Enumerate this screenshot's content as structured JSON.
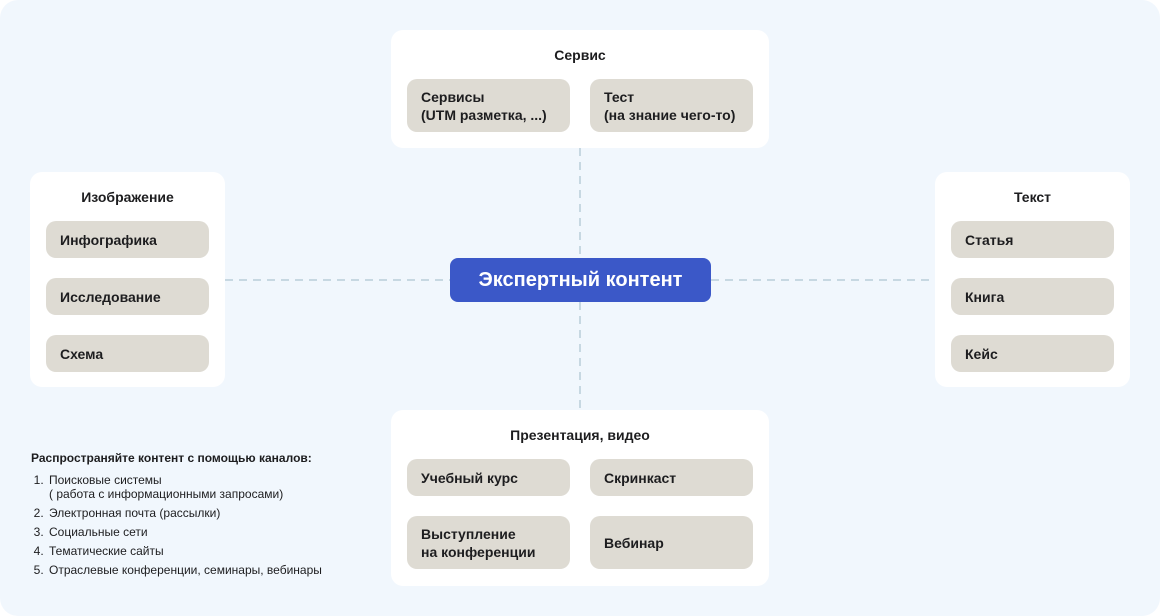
{
  "center": {
    "label": "Экспертный контент"
  },
  "groups": {
    "service": {
      "title": "Сервис",
      "items": [
        "Сервисы\n(UTM разметка, ...)",
        "Тест\n(на знание чего-то)"
      ]
    },
    "image": {
      "title": "Изображение",
      "items": [
        "Инфографика",
        "Исследование",
        "Схема"
      ]
    },
    "text": {
      "title": "Текст",
      "items": [
        "Статья",
        "Книга",
        "Кейс"
      ]
    },
    "presentation": {
      "title": "Презентация, видео",
      "items": [
        "Учебный курс",
        "Скринкаст",
        "Выступление\nна конференции",
        "Вебинар"
      ]
    }
  },
  "channels": {
    "title": "Распространяйте контент с помощью каналов:",
    "items": [
      "Поисковые системы\n( работа с информационными запросами)",
      "Электронная почта (рассылки)",
      "Социальные сети",
      "Тематические сайты",
      "Отраслевые конференции, семинары, вебинары"
    ]
  },
  "colors": {
    "background": "#f1f7fd",
    "card": "#ffffff",
    "pill": "#dedbd3",
    "accent": "#3b58c8",
    "connector": "#b9cdd9"
  }
}
